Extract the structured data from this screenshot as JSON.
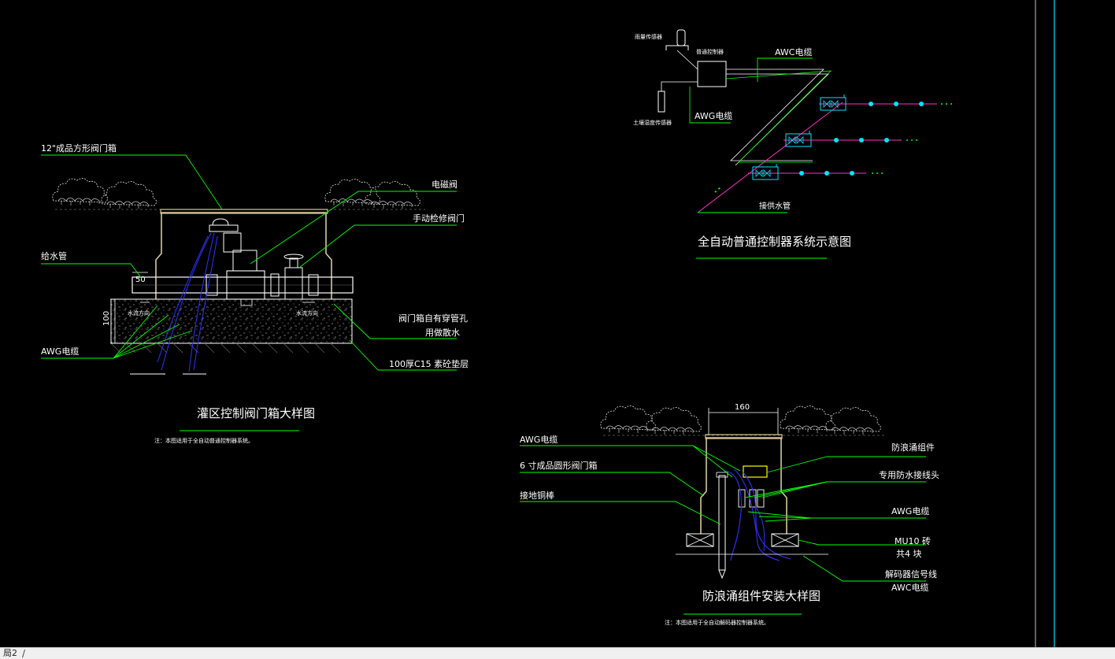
{
  "colors": {
    "background": "#000000",
    "leader": "#00ff00",
    "outline": "#d8c89a",
    "cable": "#3030ff",
    "pipe_magenta": "#ff2fbf",
    "cyan": "#00e5ff",
    "white": "#ffffff",
    "yellow": "#ffff00"
  },
  "valve_box": {
    "title": "灌区控制阀门箱大样图",
    "note": "注：本图适用于全自动普通控制器系统。",
    "labels": {
      "box": "12\"成品方形阀门箱",
      "solenoid": "电磁阀",
      "manual_valve": "手动检修阀门",
      "supply_pipe": "给水管",
      "drain_1": "阀门箱自有穿管孔",
      "drain_2": "用做散水",
      "awg": "AWG电缆",
      "concrete": "100厚C15 素砼垫层"
    },
    "dims": {
      "depth": "100",
      "cover": "50"
    },
    "flow": {
      "left": "水流方向",
      "right": "水流方向"
    }
  },
  "system": {
    "title": "全自动普通控制器系统示意图",
    "labels": {
      "rain_sensor": "雨量传感器",
      "controller": "普通控制器",
      "awc": "AWC电缆",
      "awg": "AWG电缆",
      "soil_sensor": "土壤湿度传感器",
      "supply": "接供水管"
    }
  },
  "surge": {
    "title": "防浪涌组件安装大样图",
    "note": "注：本图适用于全自动解码器控制器系统。",
    "dim": "160",
    "labels": {
      "awg_left": "AWG电缆",
      "round_box": "6 寸成品圆形阀门箱",
      "ground_rod": "接地铜棒",
      "surge_module": "防浪涌组件",
      "waterproof": "专用防水接线头",
      "awg_right": "AWG电缆",
      "mu10": "MU10 砖",
      "mu10_2": "共4 块",
      "decoder": "解码器信号线",
      "awc": "AWC电缆"
    }
  },
  "statusbar": {
    "tab": "局2"
  }
}
